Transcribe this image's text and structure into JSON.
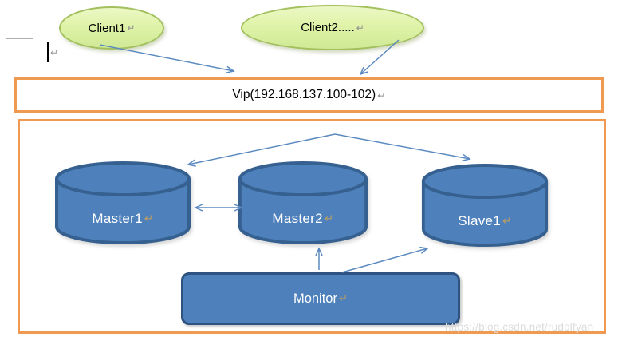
{
  "marks": {
    "paragraph": "↵"
  },
  "nodes": {
    "client1": "Client1",
    "client2": "Client2.....",
    "vip": "Vip(192.168.137.100-102)",
    "master1": "Master1",
    "master2": "Master2",
    "slave1": "Slave1",
    "monitor": "Monitor"
  },
  "edges": [
    {
      "from": "client1",
      "to": "vip",
      "type": "arrow"
    },
    {
      "from": "client2",
      "to": "vip",
      "type": "arrow"
    },
    {
      "from": "vip-junction",
      "to": "master1",
      "type": "arrow"
    },
    {
      "from": "vip-junction",
      "to": "slave1",
      "type": "arrow"
    },
    {
      "from": "master1",
      "to": "master2",
      "type": "double-arrow"
    },
    {
      "from": "monitor",
      "to": "master2",
      "type": "arrow"
    },
    {
      "from": "monitor",
      "to": "slave1",
      "type": "arrow"
    }
  ],
  "watermark": "https://blog.csdn.net/rudolfyan",
  "colors": {
    "container_orange": "#f09a51",
    "shape_blue_fill": "#4e81bb",
    "shape_blue_border": "#35608f",
    "monitor_border": "#2f5380",
    "client_green_fill": "#dff3a8",
    "client_green_border": "#a3c05e",
    "arrow_blue": "#5b8ac0",
    "watermark_gray": "#dcdcdc"
  }
}
